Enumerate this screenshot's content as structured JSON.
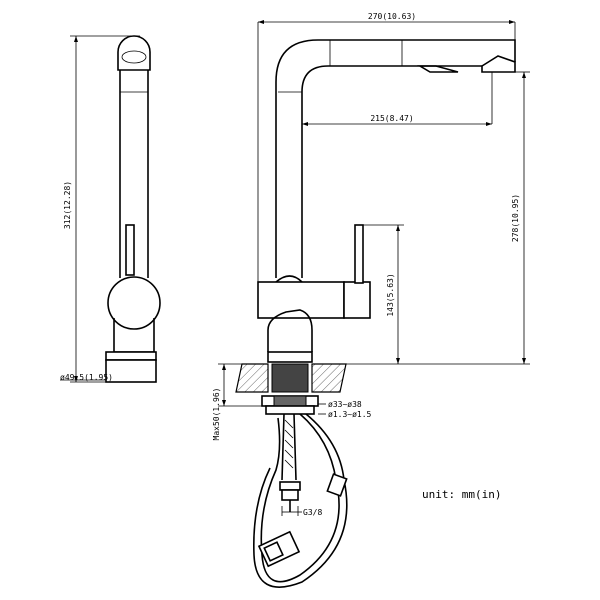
{
  "dimensions": {
    "height_total": "312(12.28)",
    "base_diameter": "ø49.5(1.95)",
    "reach_total": "270(10.63)",
    "reach_spout": "215(8.47)",
    "spout_height": "278(10.95)",
    "handle_height": "143(5.63)",
    "max_deck": "Max50(1.96)",
    "hole_diameter": "ø33~ø38",
    "thread_diameter": "ø1.3~ø1.5",
    "connector_thread": "G3/8"
  },
  "unit_note": "unit: mm(in)"
}
